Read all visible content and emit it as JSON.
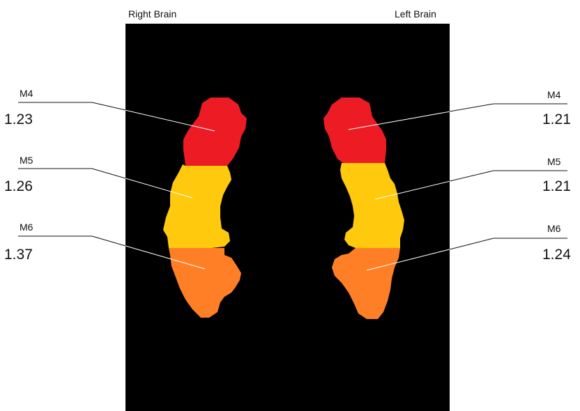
{
  "headers": {
    "right_brain": "Right Brain",
    "left_brain": "Left Brain"
  },
  "regions": {
    "right": [
      {
        "name": "M4",
        "value": "1.23"
      },
      {
        "name": "M5",
        "value": "1.26"
      },
      {
        "name": "M6",
        "value": "1.37"
      }
    ],
    "left": [
      {
        "name": "M4",
        "value": "1.21"
      },
      {
        "name": "M5",
        "value": "1.21"
      },
      {
        "name": "M6",
        "value": "1.24"
      }
    ]
  },
  "colors": {
    "background": "#000000",
    "M4": "#ed1c24",
    "M5": "#ffc90e",
    "M6": "#ff7f27"
  }
}
